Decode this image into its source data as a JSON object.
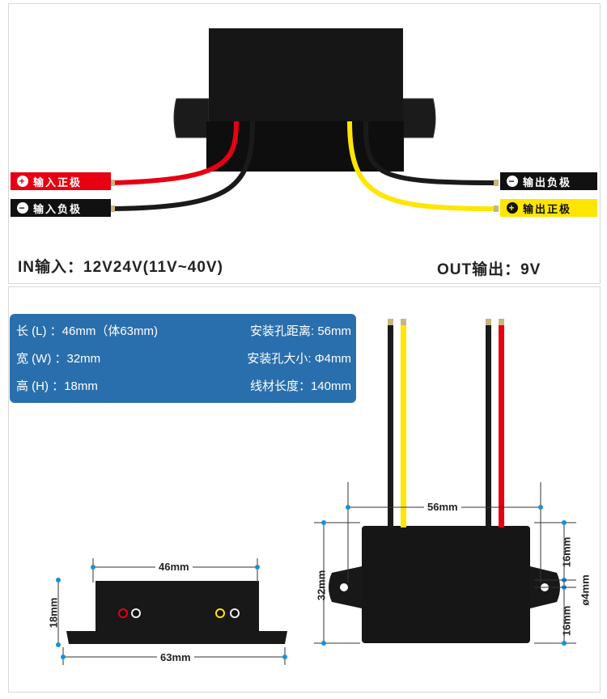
{
  "labels": {
    "in_pos": "输入正极",
    "in_neg": "输入负极",
    "out_neg": "输出负极",
    "out_pos": "输出正极",
    "plus_symbol": "+",
    "minus_symbol": "−"
  },
  "io": {
    "input": "IN输入：12V24V(11V~40V)",
    "output": "OUT输出：9V"
  },
  "specs": {
    "length": "长 (L) ：46mm（体63mm)",
    "hole_distance": "安装孔距离: 56mm",
    "width": "宽 (W) ：32mm",
    "hole_size": "安装孔大小: Φ4mm",
    "height": "高 (H) ：18mm",
    "wire_length": "线材长度：140mm"
  },
  "dimensions": {
    "front_width": "46mm",
    "front_total": "63mm",
    "front_height": "18mm",
    "top_hole_distance": "56mm",
    "top_width": "32mm",
    "top_upper": "16mm",
    "top_lower": "16mm",
    "hole": "ø4mm"
  },
  "colors": {
    "red": "#e60012",
    "black": "#111111",
    "yellow": "#ffe600",
    "spec_bg": "#2a6fad",
    "dim_blue": "#1a8fd6"
  }
}
